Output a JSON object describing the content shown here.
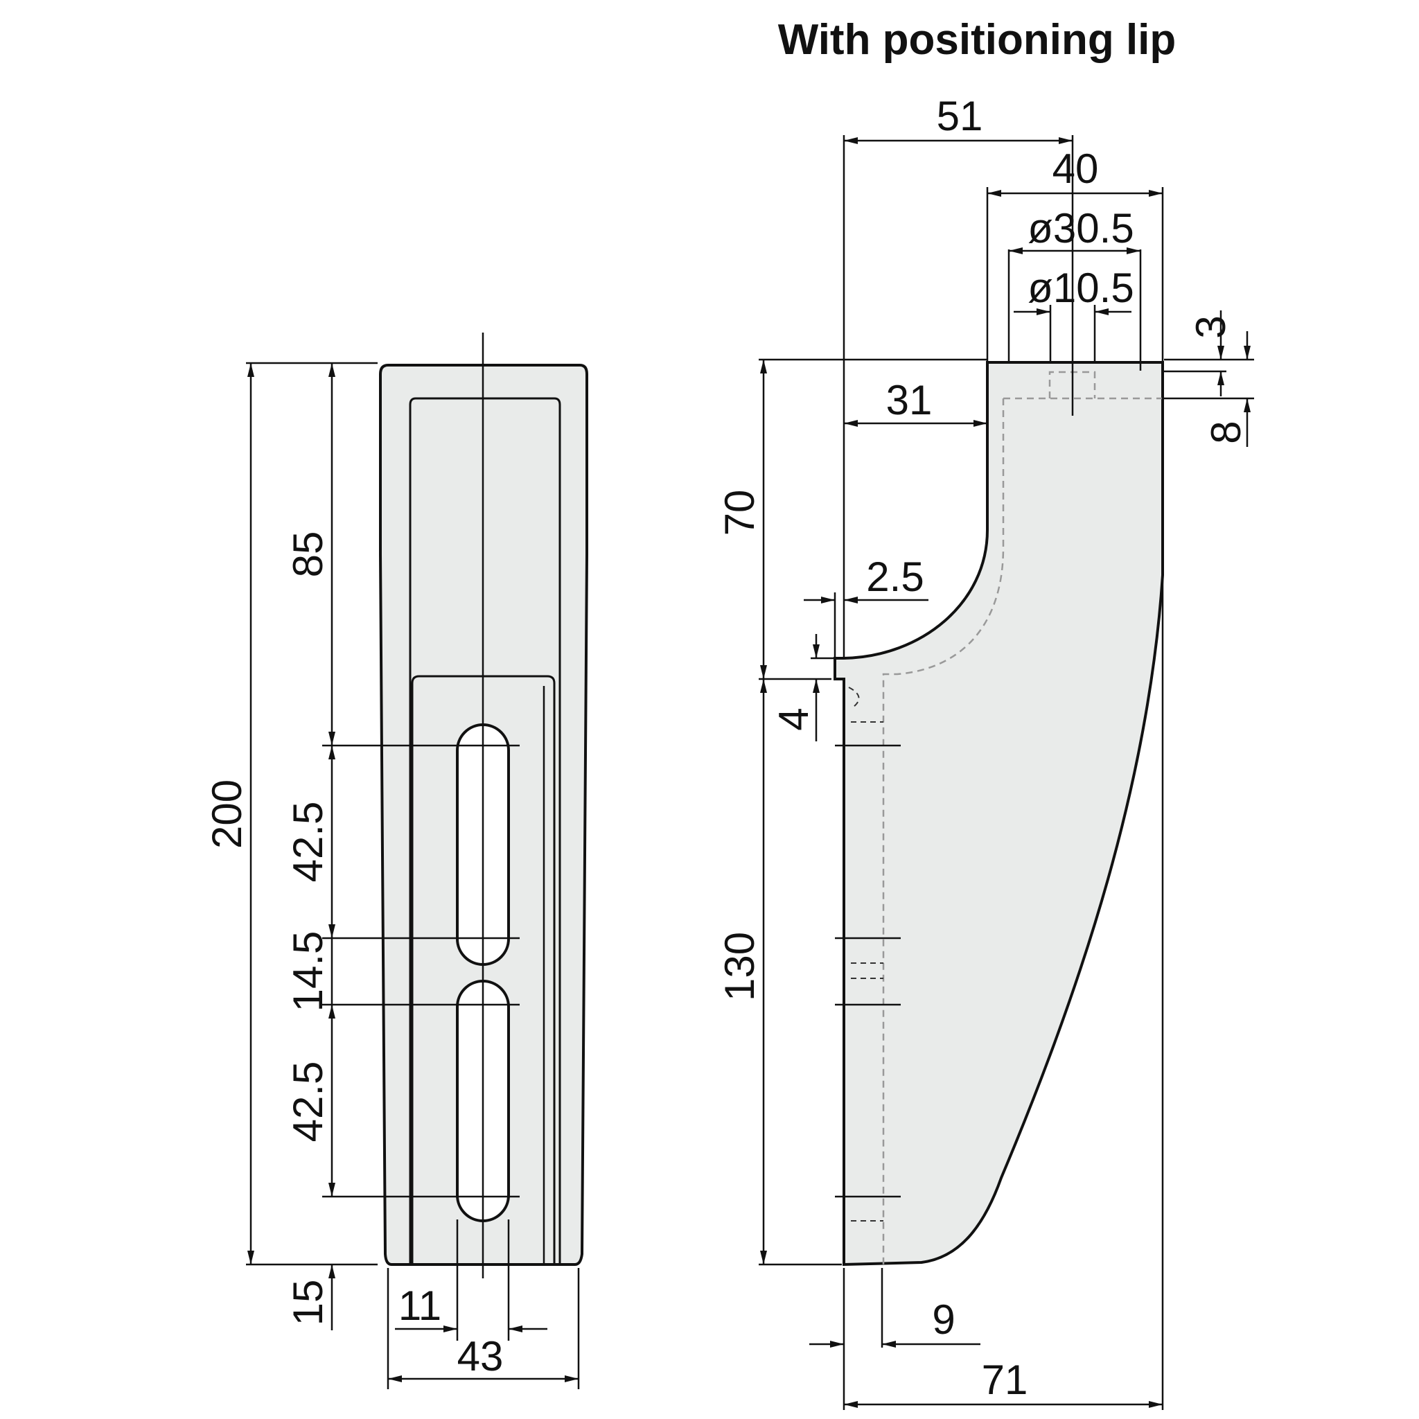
{
  "title": "With positioning lip",
  "views": {
    "front": {
      "dimensions": {
        "total_height": "200",
        "top_section": "85",
        "slot_upper": "42.5",
        "slot_gap": "14.5",
        "slot_lower": "42.5",
        "bottom_offset": "15",
        "slot_width": "11",
        "total_width": "43"
      }
    },
    "side": {
      "dimensions": {
        "overall_to_axis": "51",
        "head_width": "40",
        "counterbore_dia": "ø30.5",
        "bore_dia": "ø10.5",
        "counterbore_depth": "3",
        "head_thickness": "8",
        "overhang": "31",
        "upper_height": "70",
        "lip_width": "2.5",
        "lip_height": "4",
        "lower_height": "130",
        "wall_thickness": "9",
        "total_depth": "71"
      }
    }
  },
  "colors": {
    "body_fill": "#e9ebea",
    "line": "#111111"
  }
}
